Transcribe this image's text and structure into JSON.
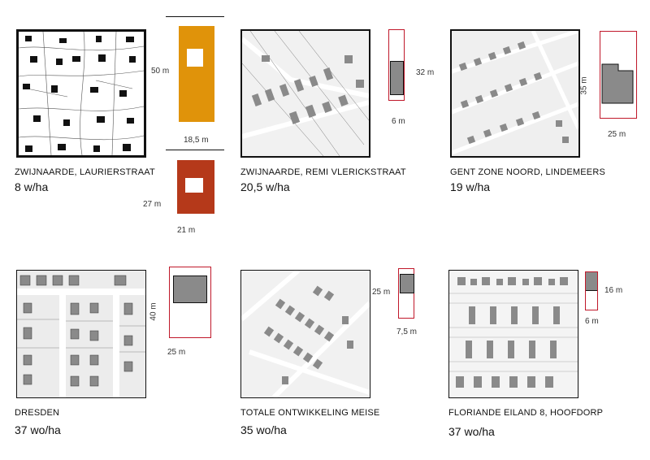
{
  "row1": [
    {
      "caption": "ZWIJNAARDE, LAURIERSTRAAT",
      "density": "8 w/ha",
      "plot_a": {
        "height": "50 m",
        "width": "18,5 m",
        "color": "#e0930a"
      },
      "plot_b": {
        "height": "27 m",
        "width": "21 m",
        "color": "#b5391a"
      }
    },
    {
      "caption": "ZWIJNAARDE, REMI VLERICKSTRAAT",
      "density": "20,5 w/ha",
      "plot": {
        "height": "32 m",
        "width": "6 m"
      }
    },
    {
      "caption": "GENT ZONE NOORD, LINDEMEERS",
      "density": "19 w/ha",
      "plot": {
        "height": "35 m",
        "width": "25 m"
      }
    }
  ],
  "row2": [
    {
      "caption": "DRESDEN",
      "density": "37 wo/ha",
      "plot": {
        "height": "40 m",
        "width": "25 m"
      }
    },
    {
      "caption": "TOTALE ONTWIKKELING MEISE",
      "density": "35 wo/ha",
      "plot": {
        "height": "25 m",
        "width": "7,5 m"
      }
    },
    {
      "caption": "FLORIANDE EILAND 8, HOOFDORP",
      "density": "37 wo/ha",
      "plot": {
        "height": "16 m",
        "width": "6 m"
      }
    }
  ],
  "colors": {
    "outline": "#c0182a",
    "building_grey": "#8a8a8a",
    "street_grey": "#dcdcdc"
  }
}
